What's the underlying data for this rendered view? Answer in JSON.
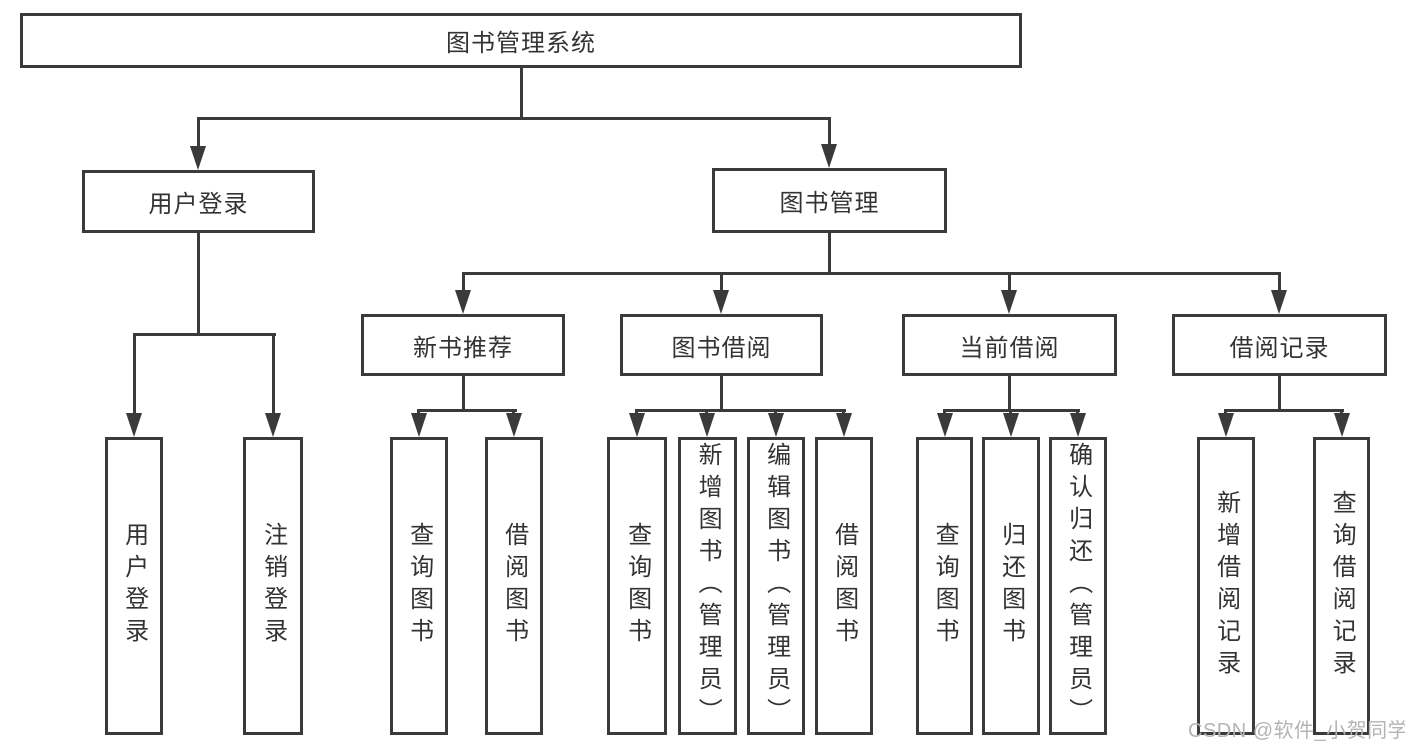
{
  "diagram_title": "图书管理系统",
  "tree": {
    "root": {
      "label": "图书管理系统"
    },
    "level2": [
      {
        "label": "用户登录",
        "children": [
          "用户登录",
          "注销登录"
        ]
      },
      {
        "label": "图书管理"
      }
    ],
    "level3": [
      {
        "label": "新书推荐",
        "children": [
          "查询图书",
          "借阅图书"
        ]
      },
      {
        "label": "图书借阅",
        "children": [
          "查询图书",
          "新增图书（管理员）",
          "编辑图书（管理员）",
          "借阅图书"
        ]
      },
      {
        "label": "当前借阅",
        "children": [
          "查询图书",
          "归还图书",
          "确认归还（管理员）"
        ]
      },
      {
        "label": "借阅记录",
        "children": [
          "新增借阅记录",
          "查询借阅记录"
        ]
      }
    ]
  },
  "watermark": {
    "text": "CSDN @软件_小贺同学"
  },
  "colors": {
    "line": "#3a3a3a",
    "text": "#333333",
    "watermark": "#b4b4b4",
    "background": "#ffffff"
  }
}
